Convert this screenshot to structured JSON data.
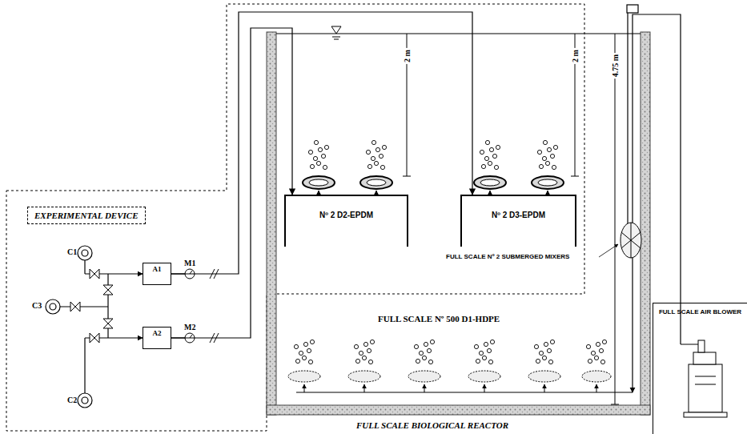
{
  "diagram": {
    "nodes": [
      {
        "text": [
          "EXPERIMENTAL DEVICE"
        ]
      },
      {
        "text": [
          "A1"
        ]
      },
      {
        "text": [
          "A2"
        ]
      },
      {
        "text": [
          "Nº 2 D2-EPDM"
        ]
      },
      {
        "text": [
          "Nº 2 D3-EPDM"
        ]
      },
      {
        "text": [
          "FULL SCALE AIR BLOWER"
        ]
      }
    ],
    "edges": [
      {
        "from": 1,
        "to": 4,
        "arrow": "to"
      },
      {
        "from": 2,
        "to": 3,
        "arrow": "to"
      }
    ],
    "labels": [
      "C1",
      "C2",
      "C3",
      "M1",
      "M2",
      "2 m",
      "2 m",
      "4.75 m",
      "FULL SCALE Nº 2 SUBMERGED MIXERS",
      "FULL SCALE Nº 500 D1-HDPE",
      "FULL SCALE BIOLOGICAL REACTOR"
    ]
  }
}
